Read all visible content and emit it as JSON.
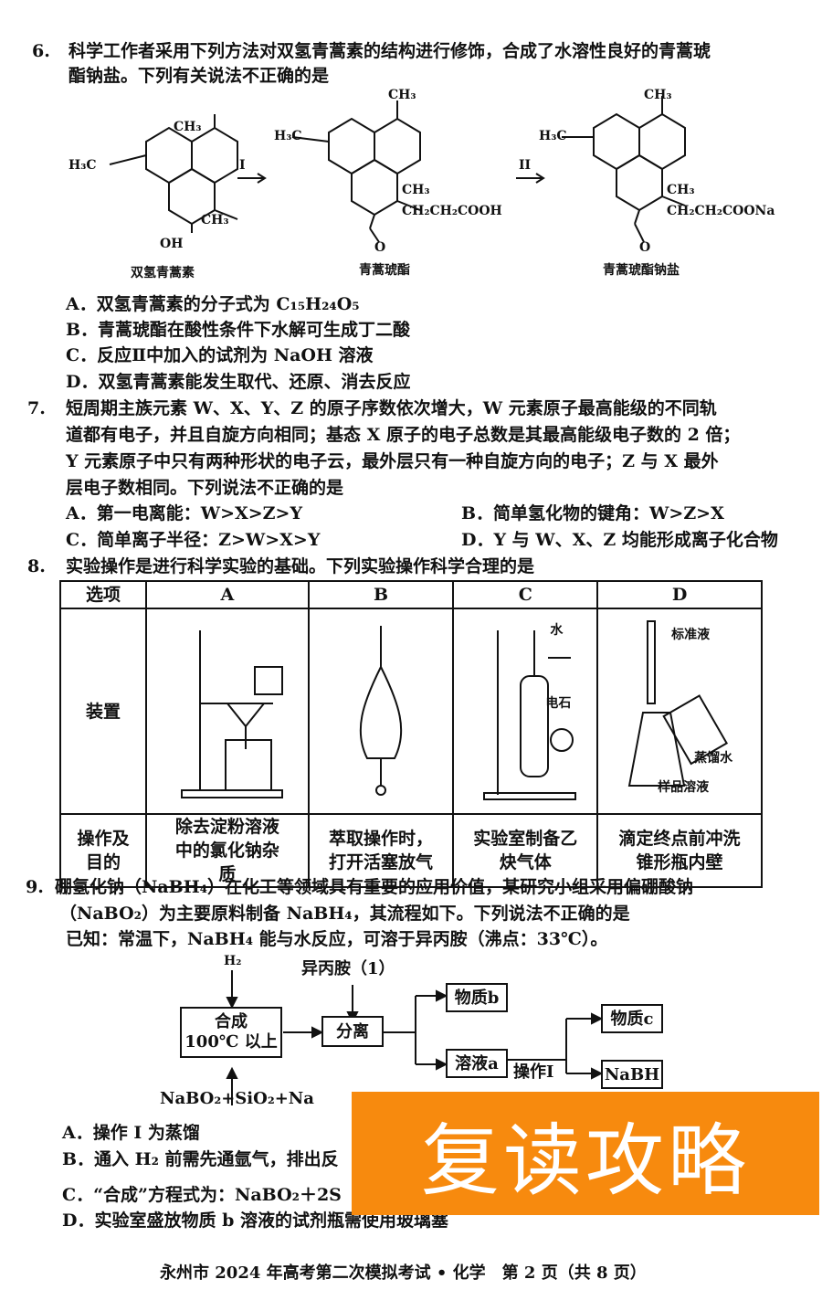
{
  "q6": {
    "num": "6.",
    "stem1": "科学工作者采用下列方法对双氢青蒿素的结构进行修饰，合成了水溶性良好的青蒿琥",
    "stem2": "酯钠盐。下列有关说法不正确的是",
    "struct_labels": [
      "双氢青蒿素",
      "青蒿琥酯",
      "青蒿琥酯钠盐"
    ],
    "arrows": [
      "I",
      "II"
    ],
    "groups": {
      "ch3": "CH₃",
      "h3c": "H₃C",
      "oh": "OH",
      "o": "O",
      "cooh": "CH₂CH₂COOH",
      "coona": "CH₂CH₂COONa"
    },
    "options": [
      "A．双氢青蒿素的分子式为 C₁₅H₂₄O₅",
      "B．青蒿琥酯在酸性条件下水解可生成丁二酸",
      "C．反应Ⅱ中加入的试剂为 NaOH 溶液",
      "D．双氢青蒿素能发生取代、还原、消去反应"
    ]
  },
  "q7": {
    "num": "7.",
    "lines": [
      "短周期主族元素 W、X、Y、Z 的原子序数依次增大，W 元素原子最高能级的不同轨",
      "道都有电子，并且自旋方向相同；基态 X 原子的电子总数是其最高能级电子数的 2 倍；",
      "Y 元素原子中只有两种形状的电子云，最外层只有一种自旋方向的电子；Z 与 X 最外",
      "层电子数相同。下列说法不正确的是"
    ],
    "options": [
      "A．第一电离能：W>X>Z>Y",
      "B．简单氢化物的键角：W>Z>X",
      "C．简单离子半径：Z>W>X>Y",
      "D．Y 与 W、X、Z 均能形成离子化合物"
    ]
  },
  "q8": {
    "num": "8.",
    "stem": "实验操作是进行科学实验的基础。下列实验操作科学合理的是",
    "headers": [
      "选项",
      "A",
      "B",
      "C",
      "D"
    ],
    "row_apparatus": "装置",
    "row_purpose": "操作及目的",
    "purposes": [
      "除去淀粉溶液中的氯化钠杂质",
      "萃取操作时，打开活塞放气",
      "实验室制备乙炔气体",
      "滴定终点前冲洗锥形瓶内壁"
    ],
    "labels": {
      "water": "水",
      "carbide": "电石",
      "standard": "标准液",
      "distilled": "蒸馏水",
      "sample": "样品溶液"
    }
  },
  "q9": {
    "num": "9.",
    "lines": [
      "硼氢化钠（NaBH₄）在化工等领域具有重要的应用价值，某研究小组采用偏硼酸钠",
      "（NaBO₂）为主要原料制备 NaBH₄，其流程如下。下列说法不正确的是",
      "已知：常温下，NaBH₄ 能与水反应，可溶于异丙胺（沸点：33℃）。"
    ],
    "flow": {
      "h2": "H₂",
      "amine": "异丙胺（1）",
      "synth1": "合成",
      "synth2": "100℃ 以上",
      "sep": "分离",
      "b": "物质b",
      "a": "溶液a",
      "op": "操作I",
      "c": "物质c",
      "nabh": "NaBH",
      "feed": "NaBO₂+SiO₂+Na"
    },
    "options": [
      "A．操作 I 为蒸馏",
      "B．通入 H₂ 前需先通氩气，排出反",
      "C．“合成”方程式为：NaBO₂＋2S",
      "D．实验室盛放物质 b 溶液的试剂瓶需使用玻璃塞"
    ]
  },
  "footer": "永州市 2024 年高考第二次模拟考试 • 化学　第 2 页（共 8 页）",
  "watermark": "复读攻略"
}
